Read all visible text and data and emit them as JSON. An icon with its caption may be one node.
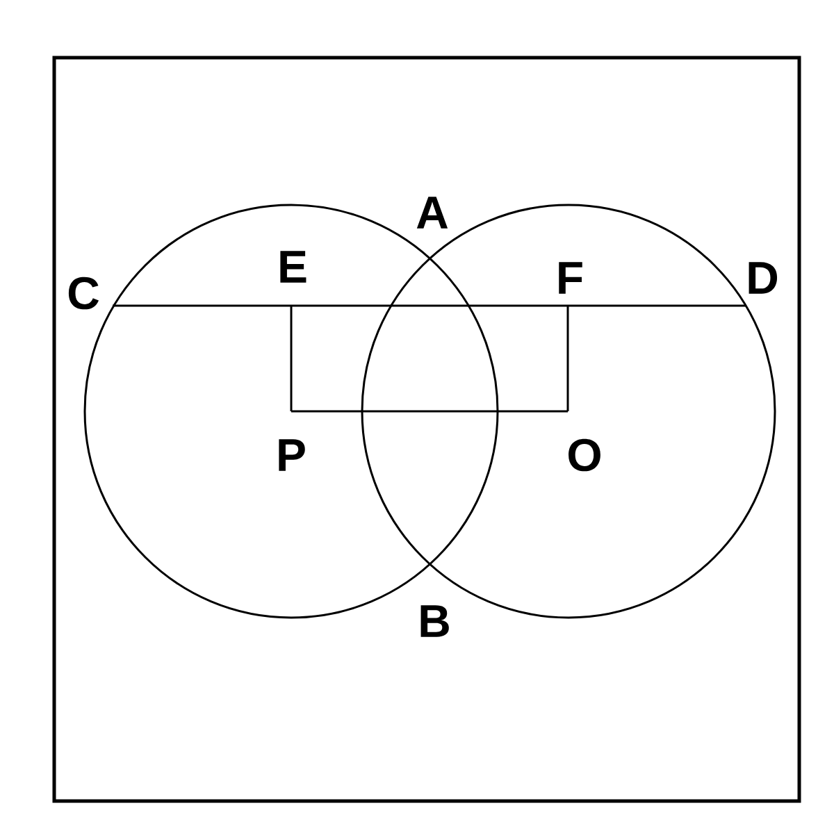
{
  "diagram": {
    "nodes": [
      {
        "text": [
          "A"
        ]
      },
      {
        "text": [
          "C"
        ]
      },
      {
        "text": [
          "E"
        ]
      },
      {
        "text": [
          "F"
        ]
      },
      {
        "text": [
          "D"
        ]
      },
      {
        "text": [
          "P"
        ]
      },
      {
        "text": [
          "O"
        ]
      },
      {
        "text": [
          "B"
        ]
      }
    ],
    "edges": [
      {
        "from": 1,
        "to": 4,
        "arrow": "none"
      },
      {
        "from": 2,
        "to": 5,
        "arrow": "none"
      },
      {
        "from": 5,
        "to": 6,
        "arrow": "none"
      },
      {
        "from": 6,
        "to": 3,
        "arrow": "none"
      }
    ]
  }
}
